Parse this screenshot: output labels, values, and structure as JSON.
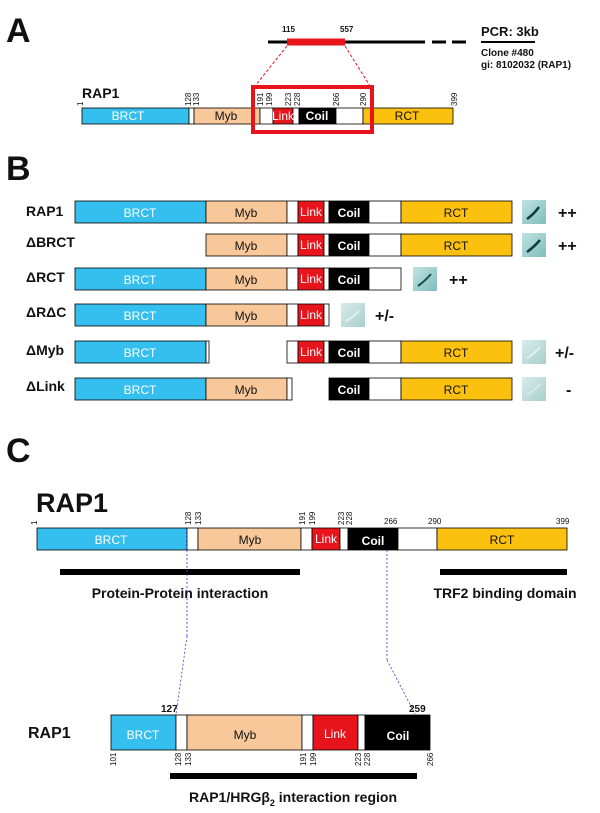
{
  "panels": {
    "a": "A",
    "b": "B",
    "c": "C"
  },
  "colors": {
    "brct": "#35bfee",
    "myb": "#f8c89a",
    "link": "#e8141c",
    "coil": "#000000",
    "rct": "#fcc10f",
    "blank": "#ffffff",
    "box": "#e8141c",
    "blue_line": "#3a3ad8"
  },
  "panel_a": {
    "protein_label": "RAP1",
    "pcr_label": "PCR: 3kb",
    "clone_label": "Clone #480",
    "gi_label": "gi: 8102032 (RAP1)",
    "pcr_start": "115",
    "pcr_end": "557",
    "positions": [
      "1",
      "128",
      "133",
      "191",
      "199",
      "223",
      "228",
      "266",
      "290",
      "399"
    ],
    "segments": {
      "brct": "BRCT",
      "myb": "Myb",
      "link": "Link",
      "coil": "Coil",
      "rct": "RCT"
    }
  },
  "panel_b": {
    "rows": [
      {
        "label": "RAP1",
        "score": "++"
      },
      {
        "label": "ΔBRCT",
        "score": "++"
      },
      {
        "label": "ΔRCT",
        "score": "++"
      },
      {
        "label": "ΔRΔC",
        "score": "+/-"
      },
      {
        "label": "ΔMyb",
        "score": "+/-"
      },
      {
        "label": "ΔLink",
        "score": "-"
      }
    ],
    "segments": {
      "brct": "BRCT",
      "myb": "Myb",
      "link": "Link",
      "coil": "Coil",
      "rct": "RCT"
    }
  },
  "panel_c": {
    "protein_label": "RAP1",
    "positions": [
      "1",
      "128",
      "133",
      "191",
      "199",
      "223",
      "228",
      "266",
      "290",
      "399"
    ],
    "segments": {
      "brct": "BRCT",
      "myb": "Myb",
      "link": "Link",
      "coil": "Coil",
      "rct": "RCT"
    },
    "ppi_label": "Protein-Protein interaction",
    "trf2_label": "TRF2 binding domain",
    "zoom": {
      "protein_label": "RAP1",
      "marker_left": "127",
      "marker_right": "259",
      "positions": [
        "101",
        "128",
        "133",
        "191",
        "199",
        "223",
        "228",
        "266"
      ],
      "segments": {
        "brct": "BRCT",
        "myb": "Myb",
        "link": "Link",
        "coil": "Coil"
      },
      "region_label": "RAP1/HRGβ",
      "region_subscript": "2",
      "region_suffix": " interaction region"
    }
  }
}
